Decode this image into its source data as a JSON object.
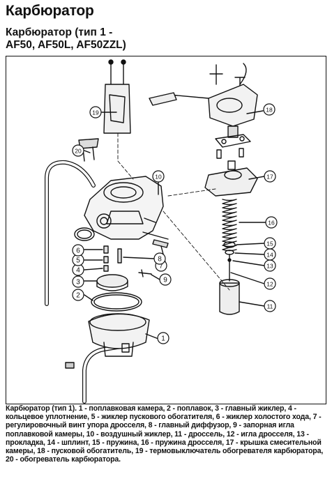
{
  "page": {
    "title": "Карбюратор",
    "subtitle_line1": "Карбюратор (тип 1 -",
    "subtitle_line2": "AF50, AF50L, AF50ZZL)"
  },
  "callouts": [
    "1",
    "2",
    "3",
    "4",
    "5",
    "6",
    "7",
    "8",
    "9",
    "10",
    "11",
    "12",
    "13",
    "14",
    "15",
    "16",
    "17",
    "18",
    "19",
    "20"
  ],
  "caption": "Карбюратор (тип 1). 1 - поплавковая камера, 2 - поплавок, 3 - главный жиклер, 4 - кольцевое уплотнение, 5 - жиклер пускового обогатителя, 6 - жиклер холостого хода, 7 - регулировочный винт упора дросселя, 8 - главный диффузор, 9 - запорная игла поплавковой камеры, 10 - воздушный жиклер, 11 - дроссель, 12 - игла дросселя, 13 - прокладка, 14 - шплинт, 15 - пружина, 16 - пружина дросселя, 17 - крышка смесительной камеры, 18 - пусковой обогатитель, 19 - термовыключатель обогревателя карбюратора, 20 - обогреватель карбюратора."
}
